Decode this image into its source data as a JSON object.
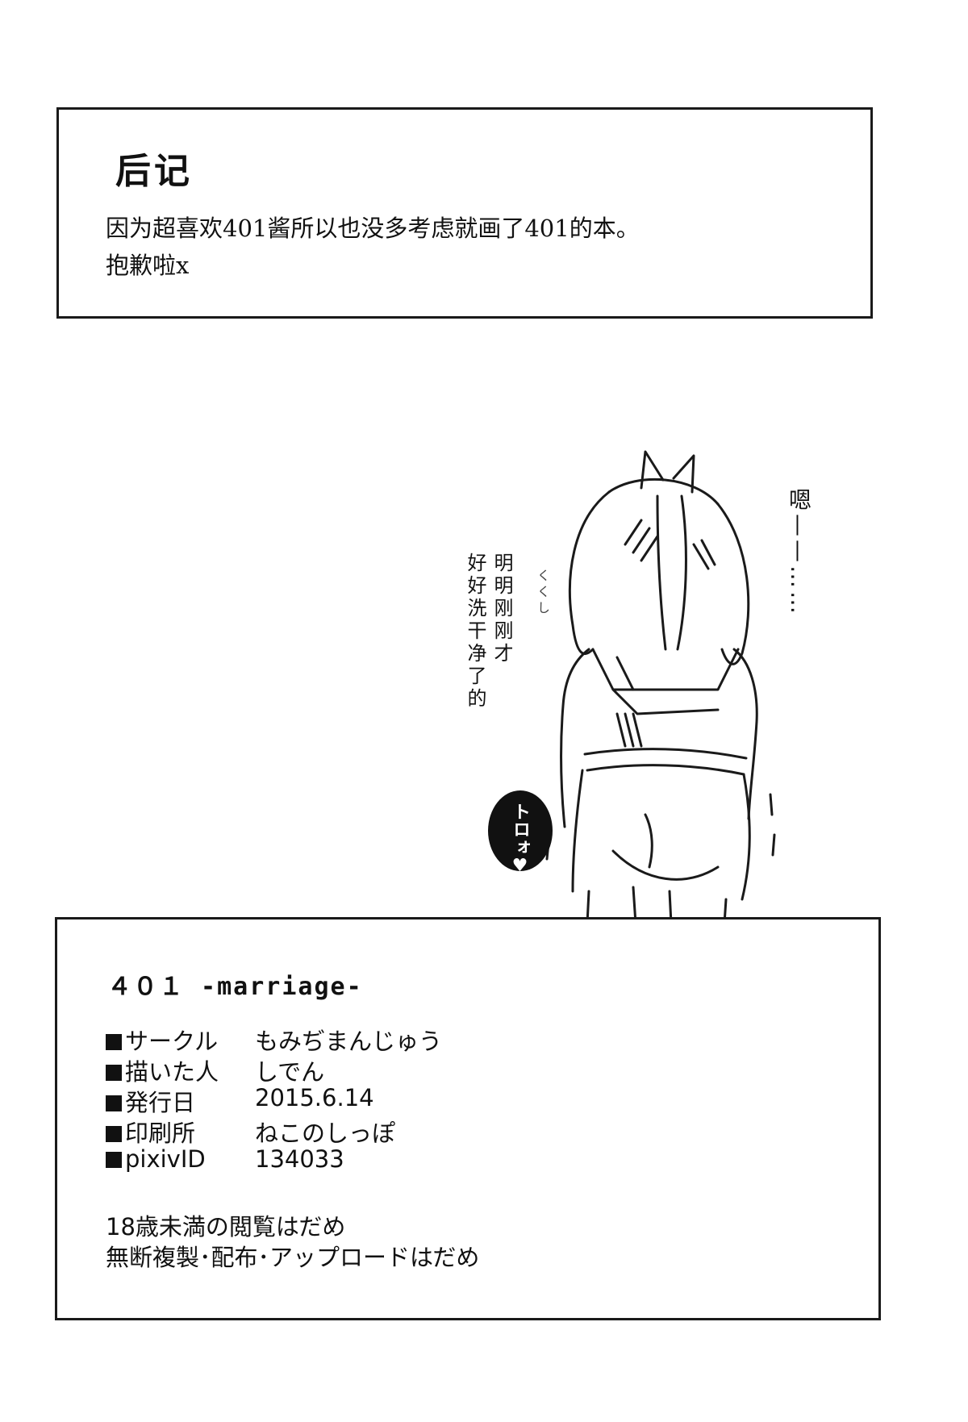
{
  "afterword": {
    "title": "后记",
    "lines": [
      "因为超喜欢401酱所以也没多考虑就画了401的本。",
      "抱歉啦x"
    ]
  },
  "illustration": {
    "speech_right": "嗯——……",
    "speech_left_col1": "明明刚刚才",
    "speech_left_col2": "好好洗干净了的",
    "sfx_bubble": "トロォ♥",
    "sfx_small": "くくし"
  },
  "colophon": {
    "title": "４０１ -marriage-",
    "rows": [
      {
        "label": "サークル",
        "value": "もみぢまんじゅう"
      },
      {
        "label": "描いた人",
        "value": "しでん"
      },
      {
        "label": "発行日",
        "value": "2015.6.14"
      },
      {
        "label": "印刷所",
        "value": "ねこのしっぽ"
      },
      {
        "label": "pixivID",
        "value": "134033"
      }
    ],
    "notices": [
      "18歳未満の閲覧はだめ",
      "無断複製･配布･アップロードはだめ"
    ]
  }
}
